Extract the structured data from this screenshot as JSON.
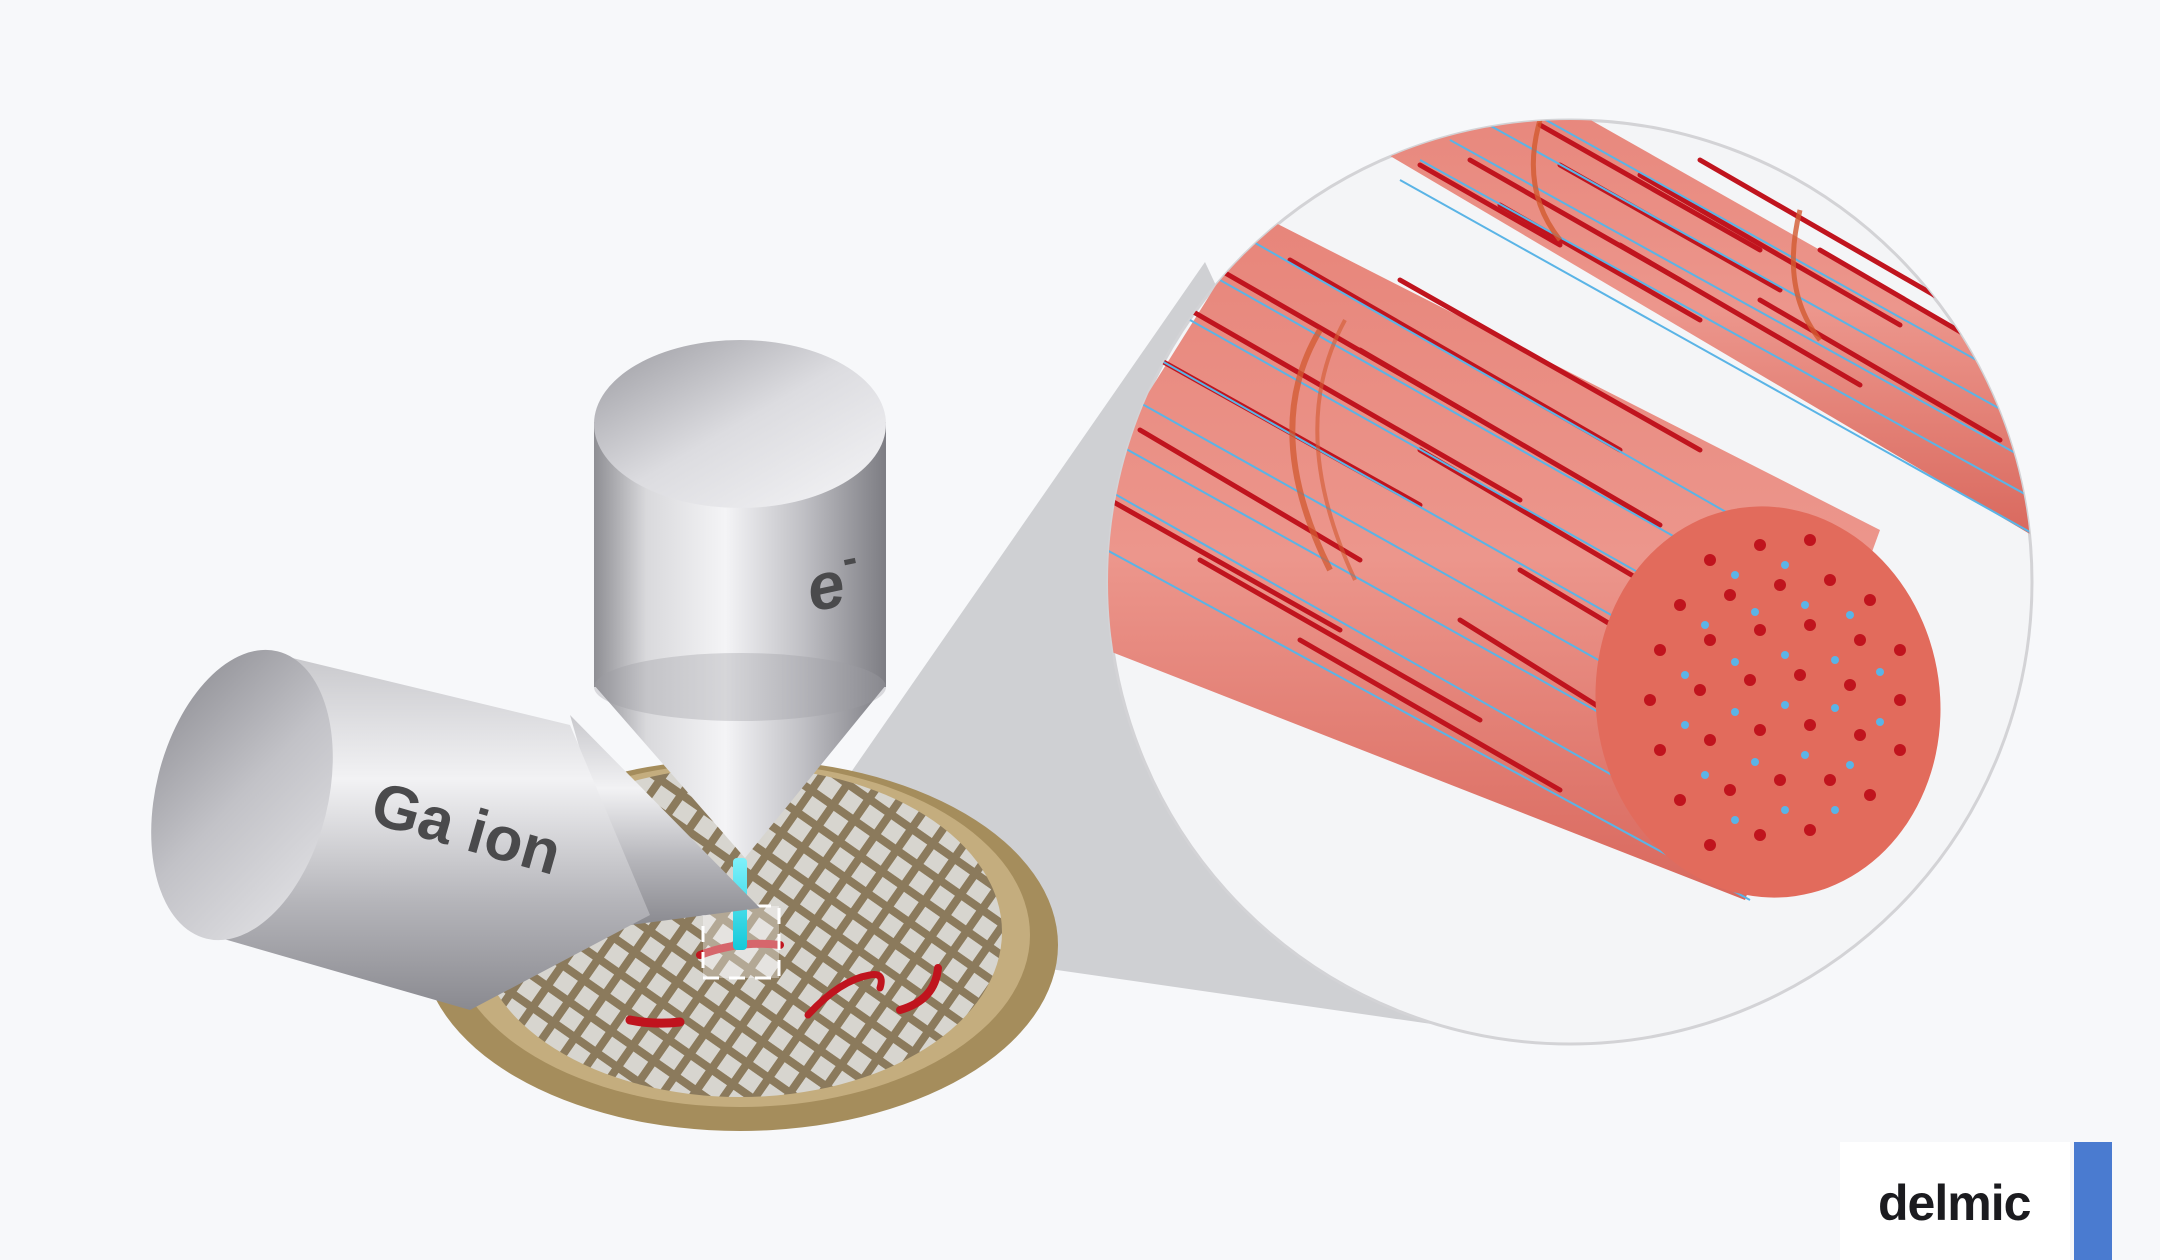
{
  "labels": {
    "ion_column": "Ga ion",
    "electron_column": "e",
    "electron_superscript": "-"
  },
  "brand": {
    "logo_text": "delmic"
  },
  "colors": {
    "background": "#f7f8fa",
    "column_metal": "#b9b9bd",
    "beam": "#2fd8e6",
    "grid_gold": "#a58d5c",
    "muscle_fiber": "#e07060",
    "fiber_dark_stripe": "#c0141e",
    "fiber_blue_line": "#5ab4e6",
    "brand_accent": "#4a7bd0"
  }
}
